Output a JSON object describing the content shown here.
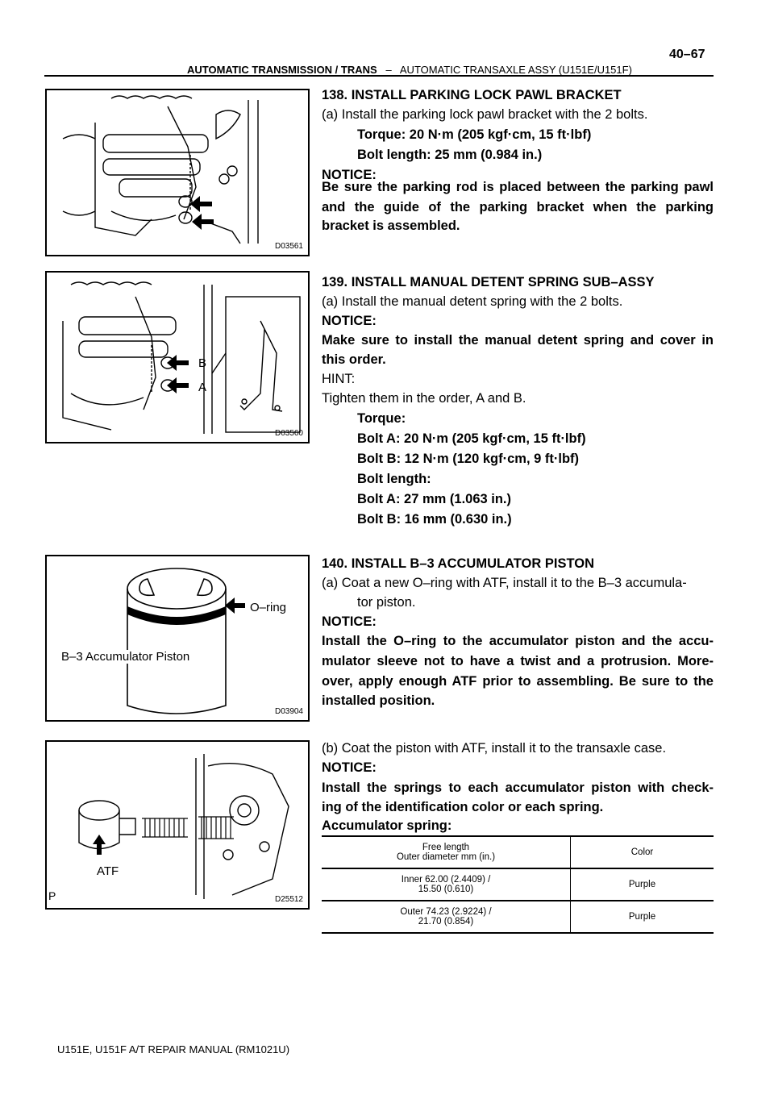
{
  "header": {
    "section": "AUTOMATIC TRANSMISSION / TRANS",
    "separator": "–",
    "subsection": "AUTOMATIC TRANSAXLE ASSY (U151E/U151F)",
    "page_number": "40–67"
  },
  "figures": [
    {
      "code": "D03561"
    },
    {
      "code": "D03560",
      "labels": {
        "b": "B",
        "a": "A"
      }
    },
    {
      "code": "D03904",
      "labels": {
        "oring": "O–ring",
        "piston": "B–3 Accumulator Piston"
      }
    },
    {
      "code": "D25512",
      "labels": {
        "atf": "ATF",
        "p": "P"
      }
    }
  ],
  "step138": {
    "title": "138.  INSTALL PARKING LOCK PAWL BRACKET",
    "a": "(a)     Install the parking lock pawl bracket with the 2 bolts.",
    "torque": "Torque: 20 N·m (205 kgf·cm, 15 ft·lbf)",
    "bolt_length": "Bolt length: 25 mm (0.984 in.)",
    "notice_label": "NOTICE:",
    "notice_lines": [
      "Be sure the parking rod is placed between the parking pawl",
      "and the guide of the parking bracket when the parking",
      "bracket is assembled."
    ]
  },
  "step139": {
    "title": "139.  INSTALL MANUAL DETENT SPRING SUB–ASSY",
    "a": "(a)     Install the manual detent spring with the 2 bolts.",
    "notice_label": "NOTICE:",
    "notice_lines": [
      "Make sure to install the manual detent spring and cover in",
      "this order."
    ],
    "hint_label": "HINT:",
    "hint": "Tighten them in the order, A and B.",
    "torque_label": "Torque:",
    "bolt_a_torque": "Bolt A: 20 N·m (205 kgf·cm, 15 ft·lbf)",
    "bolt_b_torque": "Bolt B: 12 N·m (120 kgf·cm, 9 ft·lbf)",
    "bolt_length_label": "Bolt length:",
    "bolt_a_length": "Bolt A: 27 mm (1.063 in.)",
    "bolt_b_length": "Bolt B: 16 mm (0.630 in.)"
  },
  "step140": {
    "title": "140.  INSTALL B–3 ACCUMULATOR PISTON",
    "a_line1": "(a)     Coat a new O–ring with ATF, install it to the B–3 accumula-",
    "a_line2": "tor piston.",
    "notice_label": "NOTICE:",
    "notice_lines": [
      "Install the O–ring to the accumulator piston and the accu-",
      "mulator sleeve not to have a twist and a protrusion. More-",
      "over, apply enough ATF prior to assembling. Be sure to the",
      "installed position."
    ],
    "b": "(b)     Coat the piston with ATF, install it to the transaxle case.",
    "notice2_label": "NOTICE:",
    "notice2_lines": [
      "Install the springs to each accumulator piston with check-",
      "ing of the identification color or each spring."
    ],
    "spring_label": "Accumulator spring:"
  },
  "spring_table": {
    "header": {
      "col1_line1": "Free length",
      "col1_line2": "Outer diameter mm (in.)",
      "col2": "Color"
    },
    "rows": [
      {
        "line1": "Inner 62.00 (2.4409) /",
        "line2": "15.50 (0.610)",
        "color": "Purple"
      },
      {
        "line1": "Outer 74.23 (2.9224) /",
        "line2": "21.70 (0.854)",
        "color": "Purple"
      }
    ]
  },
  "footer": "U151E, U151F A/T REPAIR MANUAL   (RM1021U)"
}
